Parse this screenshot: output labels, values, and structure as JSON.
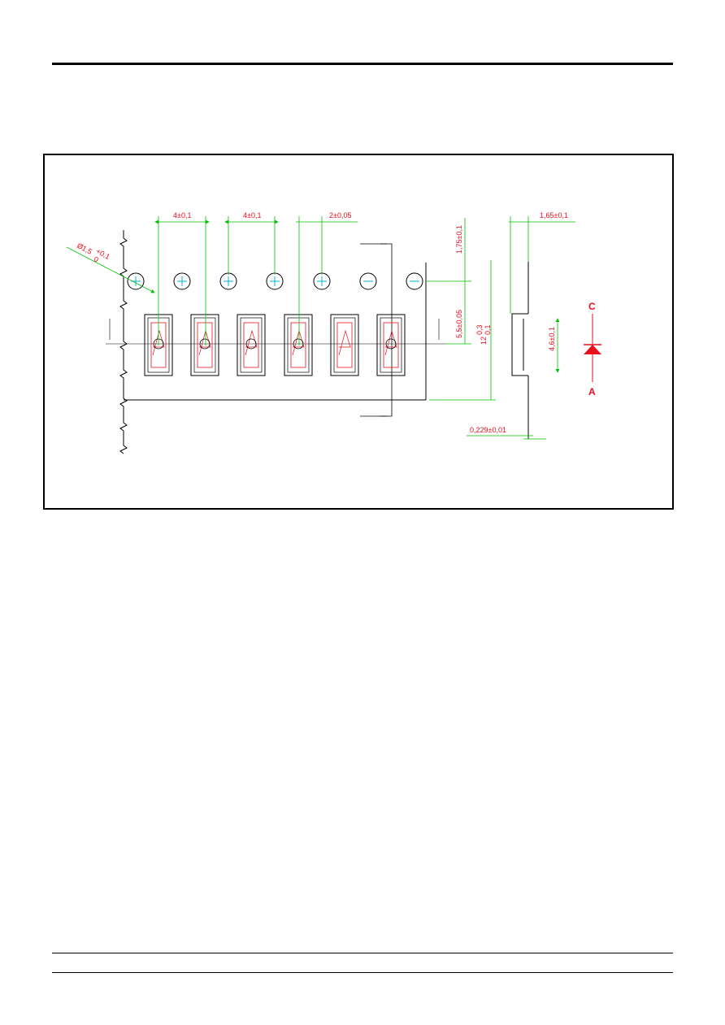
{
  "drawing": {
    "pitch_1": "4±0,1",
    "pitch_2": "4±0,1",
    "pitch_3": "2±0,05",
    "hole_dia": "Ø1,5",
    "hole_tol_plus": "+0,1",
    "hole_tol_minus": "0",
    "edge_to_hole": "1,75±0,1",
    "hole_to_center": "5,5±0,05",
    "tape_width": "12",
    "tape_width_tol_plus": "0,3",
    "tape_width_tol_minus": "0,1",
    "pocket_depth": "1,65±0,1",
    "component_length": "4,6±0,1",
    "tape_thickness": "0,229±0,01",
    "cathode_label": "C",
    "anode_label": "A"
  },
  "colors": {
    "dimension": "#e8101c",
    "extension": "#00c000",
    "centerline": "#00b0e0",
    "outline": "#000000"
  }
}
